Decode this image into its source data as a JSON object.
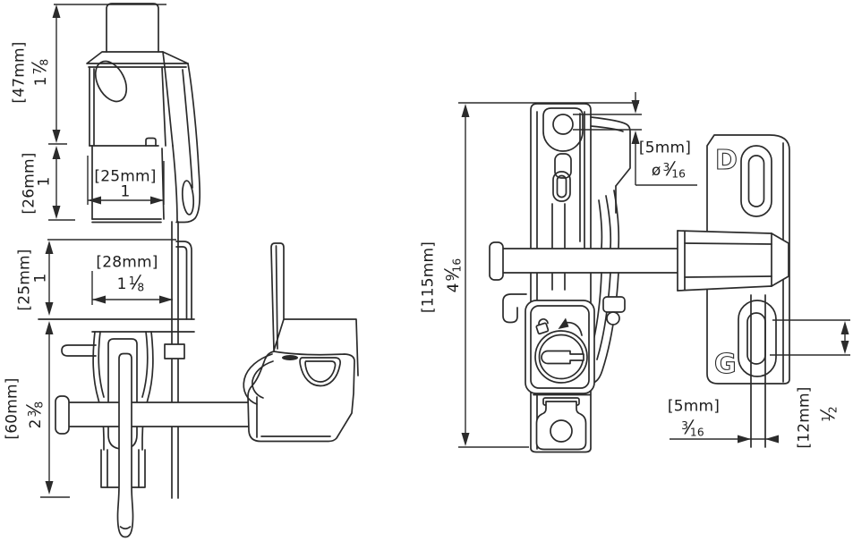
{
  "drawing": {
    "background": "#ffffff",
    "line_color": "#2b2b2b",
    "fraction_slash": "⁄",
    "logos": {
      "top_plate": "D",
      "bottom_plate": "G"
    },
    "dims": {
      "d47": {
        "metric": "[47mm]",
        "imperial": {
          "w": "1",
          "n": "7",
          "d": "8"
        }
      },
      "d26": {
        "metric": "[26mm]",
        "imperial": {
          "w": "1"
        }
      },
      "d25v": {
        "metric": "[25mm]",
        "imperial": {
          "w": "1"
        }
      },
      "d60": {
        "metric": "[60mm]",
        "imperial": {
          "w": "2",
          "n": "3",
          "d": "8"
        }
      },
      "d25h": {
        "metric": "[25mm]",
        "imperial": {
          "w": "1"
        }
      },
      "d28": {
        "metric": "[28mm]",
        "imperial": {
          "w": "1",
          "n": "1",
          "d": "8"
        }
      },
      "d115": {
        "metric": "[115mm]",
        "imperial": {
          "w": "4",
          "n": "9",
          "d": "16"
        }
      },
      "dia5": {
        "metric": "[5mm]",
        "imperial": {
          "w": "ø",
          "n": "3",
          "d": "16"
        }
      },
      "rod5": {
        "metric": "[5mm]",
        "imperial": {
          "n": "3",
          "d": "16"
        }
      },
      "d12": {
        "metric": "[12mm]",
        "imperial": {
          "n": "1",
          "d": "2"
        }
      }
    }
  }
}
